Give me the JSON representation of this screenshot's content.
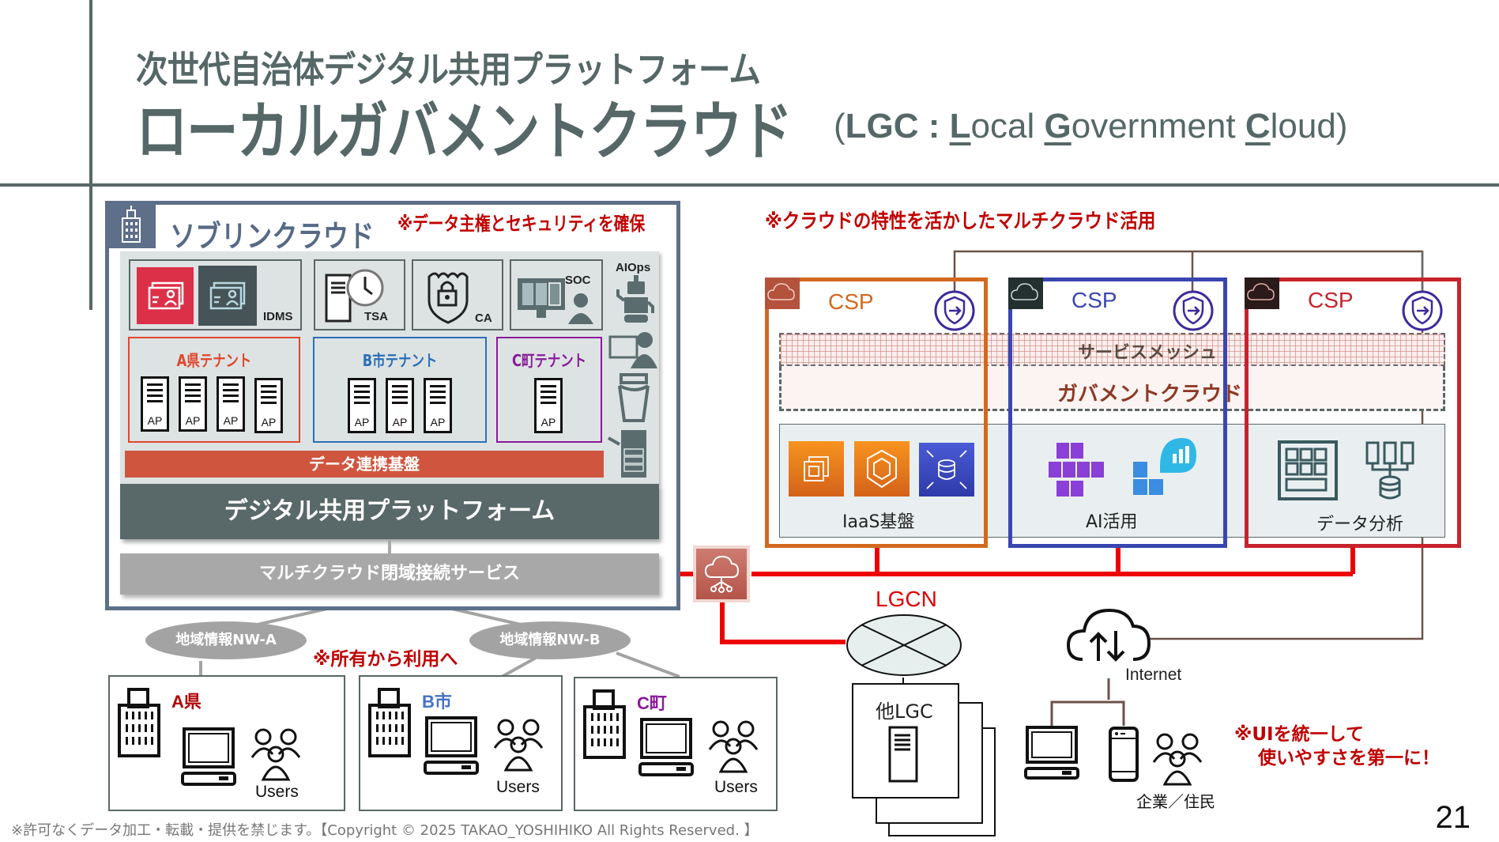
{
  "header": {
    "title_line1": "次世代自治体デジタル共用プラットフォーム",
    "title_line2": "ローカルガバメントクラウド",
    "subtitle_open": "(",
    "subtitle_abbr": "LGC : ",
    "subtitle_L": "L",
    "subtitle_ocal": "ocal ",
    "subtitle_G": "G",
    "subtitle_overnment": "overnment ",
    "subtitle_C": "C",
    "subtitle_loud": "loud",
    "subtitle_close": ")"
  },
  "sovereign": {
    "title": "ソブリンクラウド",
    "note": "※データ主権とセキュリティを確保",
    "icon": "building-icon",
    "services": [
      {
        "label": "IDMS",
        "icon": "id-card-icon"
      },
      {
        "label": "TSA",
        "icon": "server-clock-icon"
      },
      {
        "label": "CA",
        "icon": "shield-lock-icon"
      },
      {
        "label": "SOC",
        "icon": "monitor-operator-icon"
      }
    ],
    "side_label": "AIOps",
    "side_icons": [
      "robot-icon",
      "remote-support-icon",
      "bucket-icon",
      "printer-icon"
    ],
    "tenants": [
      {
        "label": "A県テナント",
        "color": "#e0462c",
        "apps": [
          "AP",
          "AP",
          "AP",
          "AP"
        ]
      },
      {
        "label": "B市テナント",
        "color": "#2a6fb6",
        "apps": [
          "AP",
          "AP",
          "AP"
        ]
      },
      {
        "label": "C町テナント",
        "color": "#8a1a9a",
        "apps": [
          "AP"
        ]
      }
    ],
    "data_bar": "データ連携基盤",
    "platform_bar": "デジタル共用プラットフォーム",
    "multicloud_bar": "マルチクラウド閉域接続サービス"
  },
  "networks": {
    "nw_a": "地域情報NW-A",
    "nw_b": "地域情報NW-B",
    "note": "※所有から利用へ"
  },
  "organizations": [
    {
      "name": "A県",
      "color": "#b00000",
      "users": "Users"
    },
    {
      "name": "B市",
      "color": "#4472c4",
      "users": "Users"
    },
    {
      "name": "C町",
      "color": "#8a1a9a",
      "users": "Users"
    }
  ],
  "multicloud": {
    "note": "※クラウドの特性を活かしたマルチクラウド活用",
    "csps": [
      {
        "label": "CSP",
        "color": "#d2691e",
        "corner": "#b5523c"
      },
      {
        "label": "CSP",
        "color": "#3a46b0",
        "corner": "#23302f"
      },
      {
        "label": "CSP",
        "color": "#c8232c",
        "corner": "#2a1a1a"
      }
    ],
    "service_mesh": "サービスメッシュ",
    "gov_cloud": "ガバメントクラウド",
    "bands": [
      "IaaS基盤",
      "AI活用",
      "データ分析"
    ]
  },
  "lgcn": {
    "label": "LGCN",
    "other_lgc": "他LGC"
  },
  "internet": {
    "label": "Internet",
    "citizens": "企業／住民",
    "note_line1": "※UIを統一して",
    "note_line2": "使いやすさを第一に！"
  },
  "footer": {
    "copyright": "※許可なくデータ加工・転載・提供を禁じます。【Copyright © 2025 TAKAO_YOSHIHIKO All Rights Reserved. 】",
    "page_number": "21"
  }
}
